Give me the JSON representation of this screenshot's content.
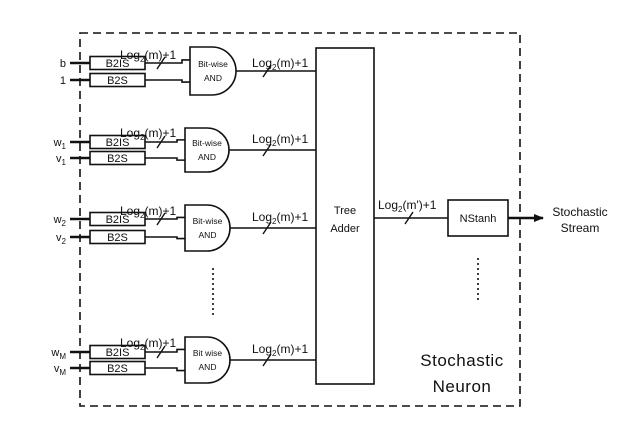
{
  "diagram": {
    "neuron_label": {
      "line1": "Stochastic",
      "line2": "Neuron"
    },
    "tree_adder": {
      "line1": "Tree",
      "line2": "Adder"
    },
    "nstanh": "NStanh",
    "output": {
      "line1": "Stochastic",
      "line2": "Stream"
    },
    "adder_out_bus": {
      "prefix": "Log",
      "sub": "2",
      "suffix": "(m')+1"
    },
    "rows": [
      {
        "in_top": {
          "main": "b",
          "sub": ""
        },
        "in_bot": {
          "main": "1",
          "sub": ""
        },
        "top_block": "B2IS",
        "bot_block": "B2S",
        "bus_in": {
          "prefix": "Log",
          "sub": "2",
          "suffix": "(m)+1"
        },
        "gate": {
          "line1": "Bit-wise",
          "line2": "AND"
        },
        "bus_out": {
          "prefix": "Log",
          "sub": "2",
          "suffix": "(m)+1"
        }
      },
      {
        "in_top": {
          "main": "w",
          "sub": "1"
        },
        "in_bot": {
          "main": "v",
          "sub": "1"
        },
        "top_block": "B2IS",
        "bot_block": "B2S",
        "bus_in": {
          "prefix": "Log",
          "sub": "2",
          "suffix": "(m)+1"
        },
        "gate": {
          "line1": "Bit-wise",
          "line2": "AND"
        },
        "bus_out": {
          "prefix": "Log",
          "sub": "2",
          "suffix": "(m)+1"
        }
      },
      {
        "in_top": {
          "main": "w",
          "sub": "2"
        },
        "in_bot": {
          "main": "v",
          "sub": "2"
        },
        "top_block": "B2IS",
        "bot_block": "B2S",
        "bus_in": {
          "prefix": "Log",
          "sub": "2",
          "suffix": "(m)+1"
        },
        "gate": {
          "line1": "Bit-wise",
          "line2": "AND"
        },
        "bus_out": {
          "prefix": "Log",
          "sub": "2",
          "suffix": "(m)+1"
        }
      },
      {
        "in_top": {
          "main": "w",
          "sub": "M"
        },
        "in_bot": {
          "main": "v",
          "sub": "M"
        },
        "top_block": "B2IS",
        "bot_block": "B2S",
        "bus_in": {
          "prefix": "Log",
          "sub": "2",
          "suffix": "(m)+1"
        },
        "gate": {
          "line1": "Bit wise",
          "line2": "AND"
        },
        "bus_out": {
          "prefix": "Log",
          "sub": "2",
          "suffix": "(m)+1"
        }
      }
    ]
  }
}
